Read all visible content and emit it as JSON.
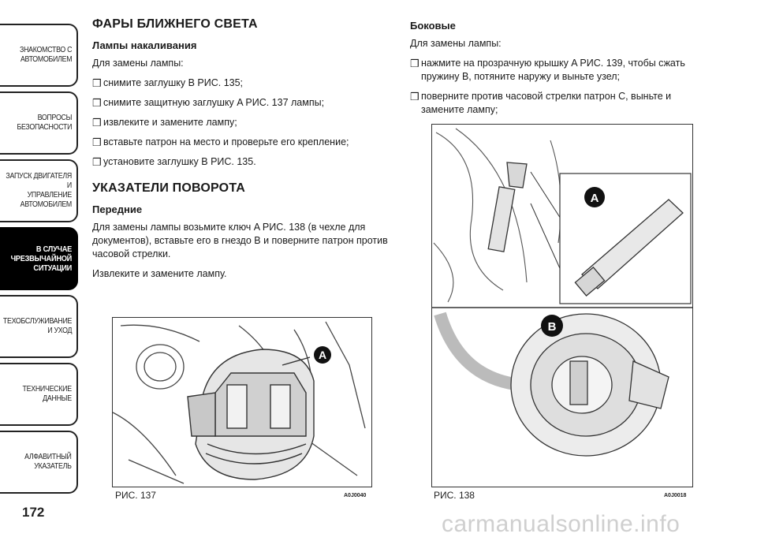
{
  "sidebar": {
    "tabs": [
      {
        "label": "ЗНАКОМСТВО С\nАВТОМОБИЛЕМ",
        "active": false
      },
      {
        "label": "ВОПРОСЫ\nБЕЗОПАСНОСТИ",
        "active": false
      },
      {
        "label": "ЗАПУСК ДВИГАТЕЛЯ И\nУПРАВЛЕНИЕ\nАВТОМОБИЛЕМ",
        "active": false
      },
      {
        "label": "В СЛУЧАЕ\nЧРЕЗВЫЧАЙНОЙ\nСИТУАЦИИ",
        "active": true
      },
      {
        "label": "ТЕХОБСЛУЖИВАНИЕ\nИ УХОД",
        "active": false
      },
      {
        "label": "ТЕХНИЧЕСКИЕ\nДАННЫЕ",
        "active": false
      },
      {
        "label": "АЛФАВИТНЫЙ\nУКАЗАТЕЛЬ",
        "active": false
      }
    ],
    "page_number": "172"
  },
  "left": {
    "title": "ФАРЫ БЛИЖНЕГО СВЕТА",
    "subtitle": "Лампы накаливания",
    "intro": "Для замены лампы:",
    "bullets": [
      "снимите заглушку B РИС. 135;",
      "снимите защитную заглушку A РИС. 137 лампы;",
      "извлеките и замените лампу;",
      "вставьте патрон на место и проверьте его крепление;",
      "установите заглушку B РИС. 135."
    ],
    "section2_title": "УКАЗАТЕЛИ ПОВОРОТА",
    "section2_subtitle": "Передние",
    "para1": "Для замены лампы возьмите ключ A РИС. 138 (в чехле для документов), вставьте его в гнездо B и поверните патрон против часовой стрелки.",
    "para2": "Извлеките и замените лампу."
  },
  "right": {
    "subtitle": "Боковые",
    "intro": "Для замены лампы:",
    "bullets": [
      "нажмите на прозрачную крышку A РИС. 139, чтобы сжать пружину B, потяните наружу и выньте узел;",
      "поверните против часовой стрелки патрон C, выньте и замените лампу;"
    ]
  },
  "figures": {
    "fig137": {
      "caption": "РИС. 137",
      "code": "A0J0040",
      "label_a": "A"
    },
    "fig138": {
      "caption": "РИС. 138",
      "code": "A0J0018",
      "label_a": "A",
      "label_b": "B"
    }
  },
  "bullet_glyph": "❒",
  "watermark": "carmanualsonline.info"
}
